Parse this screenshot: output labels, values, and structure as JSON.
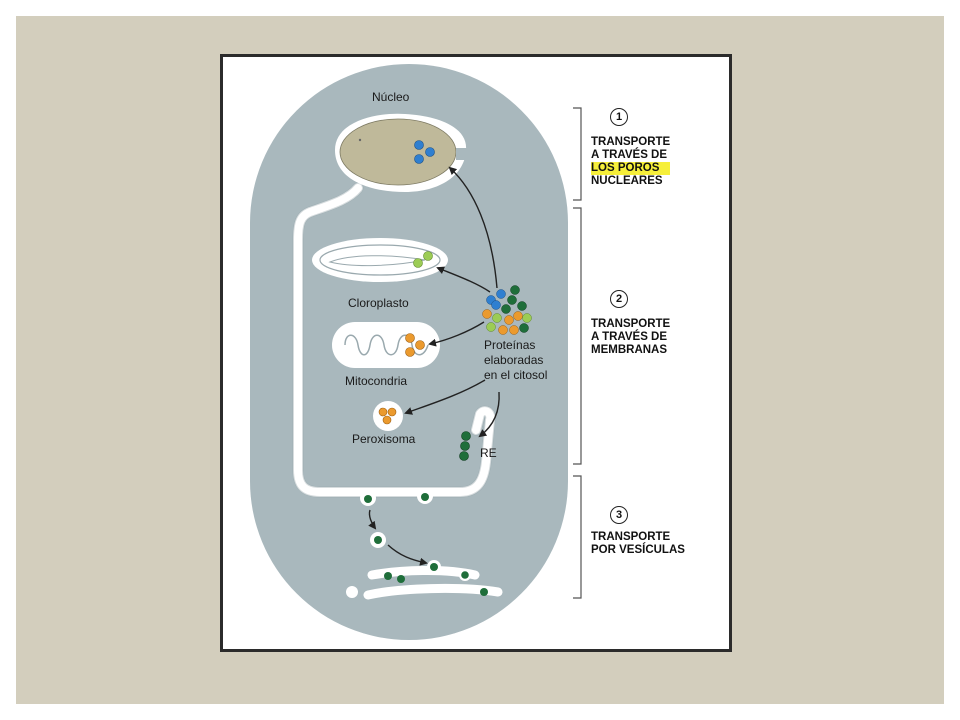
{
  "labels": {
    "nucleus": "Núcleo",
    "chloroplast": "Cloroplasto",
    "mitochondria": "Mitocondria",
    "peroxisome": "Peroxisoma",
    "er": "RE",
    "proteins_line1": "Proteínas",
    "proteins_line2": "elaboradas",
    "proteins_line3": "en el citosol"
  },
  "steps": [
    {
      "number": "1",
      "lines": [
        "TRANSPORTE",
        "A TRAVÉS DE"
      ],
      "highlighted_line": "LOS POROS",
      "last_line": "NUCLEARES"
    },
    {
      "number": "2",
      "lines": [
        "TRANSPORTE",
        "A TRAVÉS DE",
        "MEMBRANAS"
      ]
    },
    {
      "number": "3",
      "lines": [
        "TRANSPORTE",
        "POR VESÍCULAS"
      ]
    }
  ],
  "colors": {
    "cell": "#a9b8bd",
    "nucleus": "#bfb99a",
    "blue_protein": "#2f7fd0",
    "green_protein": "#9ccc55",
    "orange_protein": "#eb9a2e",
    "dark_green_protein": "#1f6e3a",
    "highlight": "#f6ef3a"
  }
}
